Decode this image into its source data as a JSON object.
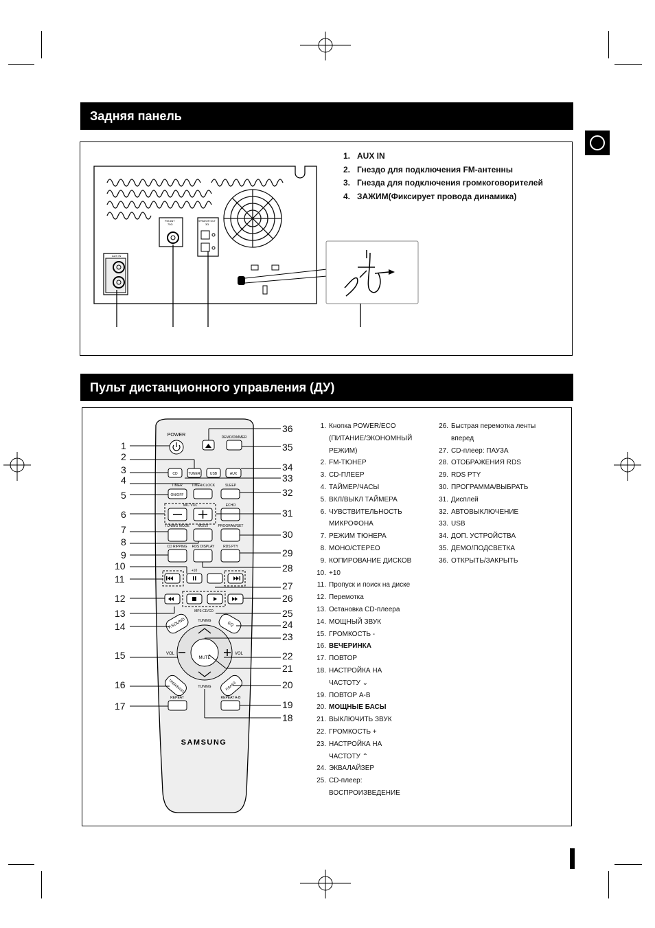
{
  "sections": {
    "rear_title": "Задняя панель",
    "remote_title": "Пульт дистанционного управления (ДУ)"
  },
  "rear_list": [
    {
      "n": "1.",
      "text": "AUX IN"
    },
    {
      "n": "2.",
      "text": "Гнездо для подключения FM-антенны"
    },
    {
      "n": "3.",
      "text": "Гнезда для подключения громкоговорителей"
    },
    {
      "n": "4.",
      "text": "ЗАЖИМ",
      "extra": " (Фиксирует провода динамика)"
    }
  ],
  "rear_labels": {
    "aux_in": "AUX IN",
    "fm_ant": "FM ANT",
    "fm_ohm": "75Ω",
    "speaker_out": "SPEAKER OUT",
    "speaker_ohm": "3Ω"
  },
  "remote_buttons": {
    "power": "POWER",
    "demo": "DEMO/DIMMER",
    "cd": "CD",
    "tuner": "TUNER",
    "usb": "USB",
    "aux": "AUX",
    "timer": "TIMER",
    "timer_clock": "TIMER/CLOCK",
    "sleep": "SLEEP",
    "on_off": "ON/OFF",
    "mic_vol": "MIC VOL",
    "echo": "ECHO",
    "tuning_mode": "TUNING MODE",
    "mo_st": "MO/ST",
    "program_set": "PROGRAM/SET",
    "cd_ripping": "CD RIPPING",
    "rds_display": "RDS DISPLAY",
    "rds_pty": "RDS PTY",
    "plus10": "+10",
    "mp3_cd": "MP3-CD/CD",
    "p_sound": "P.SOUND",
    "tuning": "TUNING",
    "eq": "EQ",
    "vol": "VOL",
    "mute": "MUTE",
    "treb_bass": "TREB/BASS",
    "p_bass": "P.BASS",
    "repeat": "REPEAT",
    "repeat_ab": "REPEAT A-B",
    "brand": "SAMSUNG"
  },
  "callouts_left": [
    "1",
    "2",
    "3",
    "4",
    "5",
    "6",
    "7",
    "8",
    "9",
    "10",
    "11",
    "12",
    "13",
    "14",
    "15",
    "16",
    "17"
  ],
  "callouts_right": [
    "36",
    "35",
    "34",
    "33",
    "32",
    "31",
    "30",
    "29",
    "28",
    "27",
    "26",
    "25",
    "24",
    "23",
    "22",
    "21",
    "20",
    "19",
    "18"
  ],
  "remote_list_col1": [
    {
      "n": "1.",
      "text": "Кнопка POWER/ECO"
    },
    {
      "n": "",
      "text": "(ПИТАНИЕ/ЭКОНОМНЫЙ"
    },
    {
      "n": "",
      "text": "РЕЖИМ)"
    },
    {
      "n": "2.",
      "text": "FM-ТЮНЕР"
    },
    {
      "n": "3.",
      "text": "CD-ПЛЕЕР"
    },
    {
      "n": "4.",
      "text": "ТАЙМЕР/ЧАСЫ"
    },
    {
      "n": "5.",
      "text": "ВКЛ/ВЫКЛ ТАЙМЕРА"
    },
    {
      "n": "6.",
      "text": "ЧУВСТВИТЕЛЬНОСТЬ"
    },
    {
      "n": "",
      "text": "МИКРОФОНА"
    },
    {
      "n": "7.",
      "text": "РЕЖИМ ТЮНЕРА"
    },
    {
      "n": "8.",
      "text": "МОНО/СТЕРЕО"
    },
    {
      "n": "9.",
      "text": "КОПИРОВАНИЕ ДИСКОВ"
    },
    {
      "n": "10.",
      "text": "+10"
    },
    {
      "n": "11.",
      "text": "Пропуск и поиск на диске"
    },
    {
      "n": "12.",
      "text": "Перемотка"
    },
    {
      "n": "13.",
      "text": "Остановка CD-плеера"
    },
    {
      "n": "14.",
      "text": "МОЩНЫЙ ЗВУК"
    },
    {
      "n": "15.",
      "text": "ГРОМКОСТЬ -"
    },
    {
      "n": "16.",
      "text": "ВЕЧЕРИНКА",
      "bold": true
    },
    {
      "n": "17.",
      "text": "ПОВТОР"
    },
    {
      "n": "18.",
      "text": "НАСТРОЙКА НА"
    },
    {
      "n": "",
      "text": "ЧАСТОТУ ⌄"
    },
    {
      "n": "19.",
      "text": "ПОВТОР A-B"
    },
    {
      "n": "20.",
      "text": "МОЩНЫЕ БАСЫ",
      "bold": true
    },
    {
      "n": "21.",
      "text": "ВЫКЛЮЧИТЬ ЗВУК"
    },
    {
      "n": "22.",
      "text": "ГРОМКОСТЬ +"
    },
    {
      "n": "23.",
      "text": "НАСТРОЙКА НА"
    },
    {
      "n": "",
      "text": "ЧАСТОТУ ⌃"
    },
    {
      "n": "24.",
      "text": "ЭКВАЛАЙЗЕР"
    },
    {
      "n": "25.",
      "text": "CD-плеер:"
    },
    {
      "n": "",
      "text": "ВОСПРОИЗВЕДЕНИЕ"
    }
  ],
  "remote_list_col2": [
    {
      "n": "26.",
      "text": "Быстрая перемотка ленты"
    },
    {
      "n": "",
      "text": "вперед"
    },
    {
      "n": "27.",
      "text": "CD-плеер: ПАУЗА"
    },
    {
      "n": "28.",
      "text": "ОТОБРАЖЕНИЯ RDS"
    },
    {
      "n": "29.",
      "text": "RDS PTY"
    },
    {
      "n": "30.",
      "text": "ПРОГРАММА/ВЫБРАТЬ"
    },
    {
      "n": "31.",
      "text": "Дисплей"
    },
    {
      "n": "32.",
      "text": "АВТОВЫКЛЮЧЕНИЕ"
    },
    {
      "n": "33.",
      "text": "USB"
    },
    {
      "n": "34.",
      "text": "ДОП. УСТРОЙСТВА"
    },
    {
      "n": "35.",
      "text": "ДЕМО/ПОДСВЕТКА"
    },
    {
      "n": "36.",
      "text": "ОТКРЫТЬ/ЗАКРЫТЬ"
    }
  ]
}
